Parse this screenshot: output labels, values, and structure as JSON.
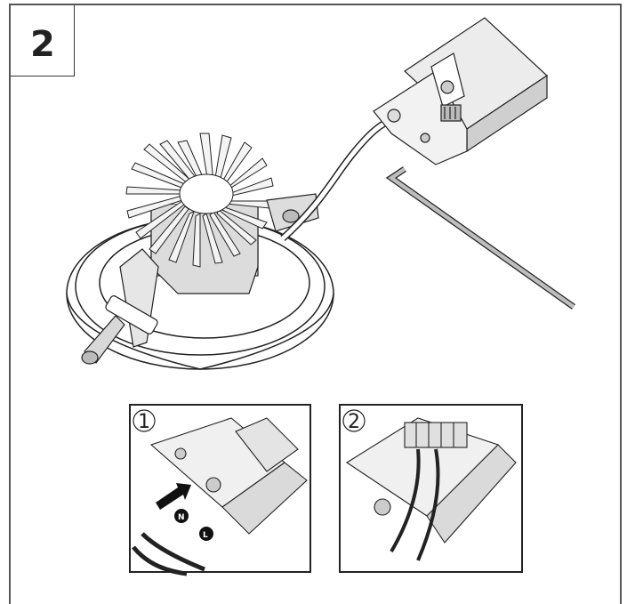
{
  "step": {
    "number": "2"
  },
  "insets": [
    {
      "number": "1"
    },
    {
      "number": "2"
    }
  ],
  "terminals": {
    "neutral": "N",
    "live": "L"
  }
}
